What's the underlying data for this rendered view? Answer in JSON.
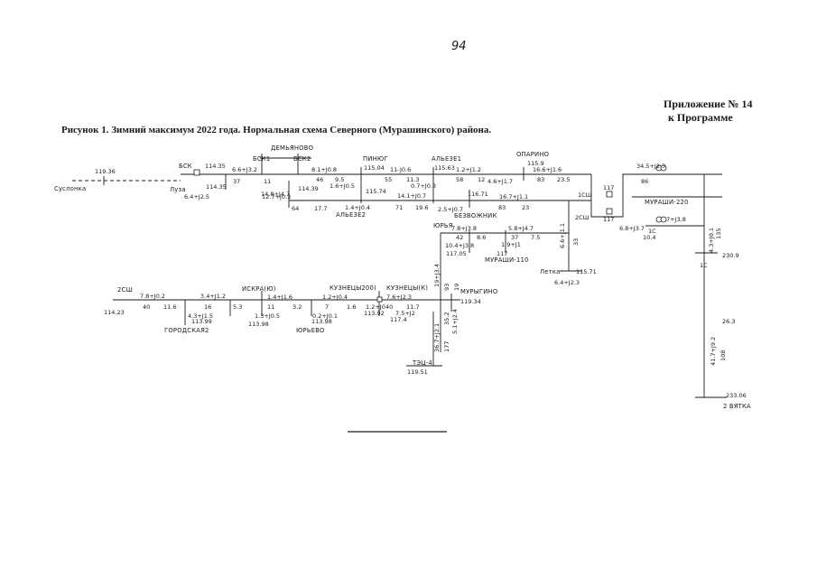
{
  "page_number": "94",
  "appendix": {
    "line1": "Приложение № 14",
    "line2": "к Программе"
  },
  "figure_title": "Рисунок 1. Зимний максимум 2022 года. Нормальная схема Северного (Мурашинского) района.",
  "nodes": {
    "suslonka": "Суслонка",
    "suslonka_v": "119.36",
    "bsk": "БСК",
    "bsk_v": "114.35",
    "luza": "Луза",
    "luza_v": "114.35",
    "luza_load": "6.4+J2.5",
    "demyanovo": "ДЕМЬЯНОВО",
    "bsk1": "БСК1",
    "bsk2": "БСК2",
    "dem_load": "14.8+J4.7",
    "dem_v": "114.39",
    "pinyug": "ПИНЮГ",
    "pinyug_v": "115.04",
    "pinyug_v2": "115.74",
    "alexeevo1": "АЛЬЕЗЕ1",
    "alexeevo1_v": "115.63",
    "alexeevo2": "АЛЬЕЗЕ2",
    "oparino": "ОПАРИНО",
    "oparino_v": "115.9",
    "alexeevo_v": "116.71",
    "bezvozhnik": "БЕЗВОЖНИК",
    "yurya": "ЮРЬЯ",
    "yurya_v": "117.05",
    "murashi110": "МУРАШИ-110",
    "murashi220": "МУРАШИ-220",
    "murashi_v": "230.9",
    "letka": "Летка",
    "letka_v": "115.71",
    "letka_load": "6.4+J2.3",
    "vyatka_v": "233.06",
    "vyatka": "2 ВЯТКА",
    "kuzn_v1": "113.92",
    "kuzn_v2": "117.4",
    "murygino": "МУРЫГИНО",
    "murygino_v": "119.34",
    "tets4": "ТЭЦ-4",
    "tets4_v": "119.51",
    "osh_left": "2СШ",
    "osh_left_v": "114.23",
    "iskra": "ИСКРА(Ю)",
    "kuzn200": "КУЗНЕЦЫ200)",
    "kuznk": "КУЗНЕЦЫ(К)",
    "gorodskaya": "ГОРОДСКАЯ2",
    "gorod_v": "113.99",
    "iskra_v": "113.98",
    "yuryevo": "ЮРЬЕВО",
    "yuryevo_v": "113.98"
  },
  "labels": {
    "f_bsk": "6.6+J3.2",
    "l_bsk": "37",
    "l_11": "11",
    "f_dem": "8.1+J0.8",
    "l_dem_a": "46",
    "l_dem_b": "9.5",
    "f_dem2": "1.6+J0.5",
    "f_pin": "11-J0.6",
    "l_pin_a": "55",
    "l_pin_b": "11.3",
    "f_al1": "1.2+J1.2",
    "l_al1_a": "58",
    "l_al1_b": "12",
    "f_al1b": "0.7+J0.3",
    "f_al1c": "4.6+J1.7",
    "f_opa": "16.6+J1.6",
    "l_opa_a": "83",
    "l_opa_b": "23.5",
    "f_r2a": "12.7+J0.3",
    "l_r2a": "64",
    "l_r2b": "17.7",
    "f_r2b": "1.4+J0.4",
    "f_r2c": "14.1+J0.7",
    "l_r2c": "71",
    "l_r2d": "19.6",
    "f_r2d": "2.5+J0.7",
    "f_r2e": "16.7+J1.1",
    "l_r2e": "83",
    "l_r2f": "23",
    "s_1sh": "1СШ",
    "s_2sh": "2СШ",
    "s_117a": "117",
    "s_117b": "117",
    "f_r3a": "7.8+J3.8",
    "l_r3a": "42",
    "l_r3b": "8.6",
    "f_r3b": "10.4+J3.8",
    "f_r3c": "5.8+J4.7",
    "l_r3c": "37",
    "l_r3d": "7.5",
    "f_r3d": "1.9+J1",
    "s_117c": "117",
    "f_top": "34.5+J2.3",
    "s_86": "86",
    "f_m2": "7+J3.8",
    "f_m1": "6.8+J3.7",
    "s_10_4": "10.4",
    "s_1c": "1С",
    "s_1c2": "1С",
    "f_let": "6.6+J1.1",
    "l_let": "33",
    "f_v1": "4.3+J0.1",
    "l_v1": "135",
    "f_v2": "41.7+J9.2",
    "l_v2": "108",
    "l_v3": "26.3",
    "f_b1": "7.8+J0.2",
    "l_b1a": "40",
    "l_b1b": "11.6",
    "f_b1b": "4.3+J1.5",
    "f_b2": "3.4+J1.2",
    "l_b2a": "16",
    "l_b2b": "5.3",
    "f_b3": "1.4+J1.6",
    "l_b3a": "11",
    "l_b3b": "3.2",
    "f_b3b": "1.3+J0.5",
    "f_b4": "1.2+J0.4",
    "l_b4a": "7",
    "l_b4b": "1.6",
    "f_b4b": "0.2+J0.1",
    "f_b5": "1.2+J0",
    "l_b5": "40",
    "f_b6": "7.6+J2.3",
    "l_b6": "11.7",
    "f_b6b": "7.5+J2",
    "f_vm1": "19+J3.4",
    "l_vm1": "93",
    "l_vm2": "19",
    "f_vt1": "36.7+J2.1",
    "l_vt1": "177",
    "f_vt2": "5.1+J2.4",
    "l_vt2": "35.2"
  }
}
